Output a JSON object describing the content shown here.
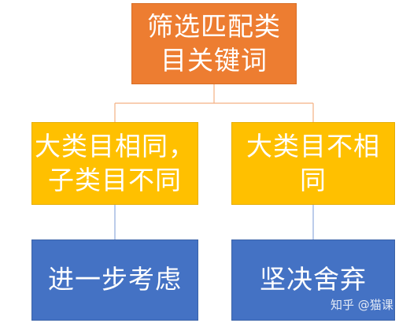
{
  "diagram": {
    "root": {
      "label": "筛选匹配类\n目关键词"
    },
    "branches": [
      {
        "label": "大类目相同，\n子类目不同",
        "outcome": "进一步考虑"
      },
      {
        "label": "大类目不相\n同",
        "outcome": "坚决舍弃"
      }
    ]
  },
  "watermark": "知乎 @猫课",
  "colors": {
    "root_fill": "#ed7d31",
    "branch_fill": "#ffc000",
    "outcome_fill": "#4472c4",
    "root_connector": "#f4b183",
    "branch_connector": "#8faadc",
    "text": "#ffffff"
  }
}
